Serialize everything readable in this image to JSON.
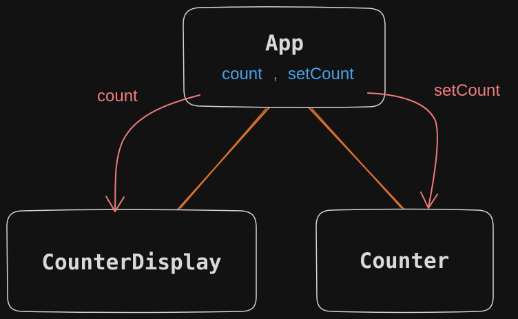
{
  "colors": {
    "background": "#121212",
    "node_border": "#d6d6d6",
    "node_title": "#d9d9d9",
    "state_text": "#4a9fe8",
    "prop_arrow": "#f07c7c",
    "tree_edge": "#e0762e"
  },
  "nodes": {
    "app": {
      "title": "App",
      "state_count": "count",
      "state_separator": ",",
      "state_setter": "setCount"
    },
    "counter_display": {
      "title": "CounterDisplay"
    },
    "counter": {
      "title": "Counter"
    }
  },
  "edges": {
    "to_counter_display": {
      "label": "count"
    },
    "to_counter": {
      "label": "setCount"
    }
  }
}
